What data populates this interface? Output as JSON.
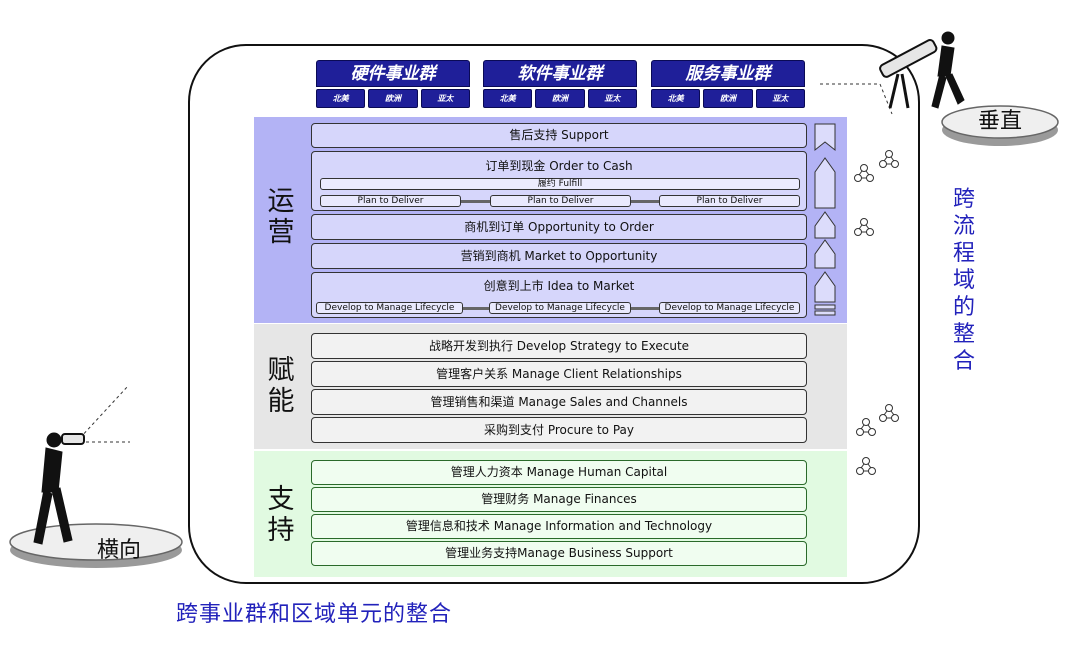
{
  "business_groups": [
    {
      "title": "硬件事业群",
      "regions": [
        "北美",
        "欧洲",
        "亚太"
      ]
    },
    {
      "title": "软件事业群",
      "regions": [
        "北美",
        "欧洲",
        "亚太"
      ]
    },
    {
      "title": "服务事业群",
      "regions": [
        "北美",
        "欧洲",
        "亚太"
      ]
    }
  ],
  "bands": {
    "operations": "运营",
    "enablement": "赋能",
    "support": "支持"
  },
  "operations_processes": {
    "support": "售后支持 Support",
    "order_to_cash": "订单到现金 Order to Cash",
    "fulfill": "履约 Fulfill",
    "plan_to_deliver": [
      "Plan to Deliver",
      "Plan to Deliver",
      "Plan to Deliver"
    ],
    "opportunity_to_order": "商机到订单 Opportunity to Order",
    "market_to_opportunity": "营销到商机 Market to Opportunity",
    "idea_to_market": "创意到上市 Idea to Market",
    "develop_to_manage": [
      "Develop to Manage Lifecycle",
      "Develop to Manage Lifecycle",
      "Develop to Manage Lifecycle"
    ]
  },
  "enablement_processes": [
    "战略开发到执行 Develop Strategy to Execute",
    "管理客户关系 Manage Client Relationships",
    "管理销售和渠道 Manage Sales and Channels",
    "采购到支付 Procure to Pay"
  ],
  "support_processes": [
    "管理人力资本 Manage Human Capital",
    "管理财务 Manage Finances",
    "管理信息和技术 Manage Information and Technology",
    "管理业务支持Manage Business Support"
  ],
  "labels": {
    "vertical": "垂直",
    "horizontal": "横向",
    "cross_process": "跨流程域的整合",
    "cross_business": "跨事业群和区域单元的整合"
  },
  "colors": {
    "header_blue": "#1f1f99",
    "operations_band": "#b3b3f5",
    "enablement_band": "#e6e6e6",
    "support_band": "#e1fae1",
    "accent_text": "#2222bb"
  }
}
